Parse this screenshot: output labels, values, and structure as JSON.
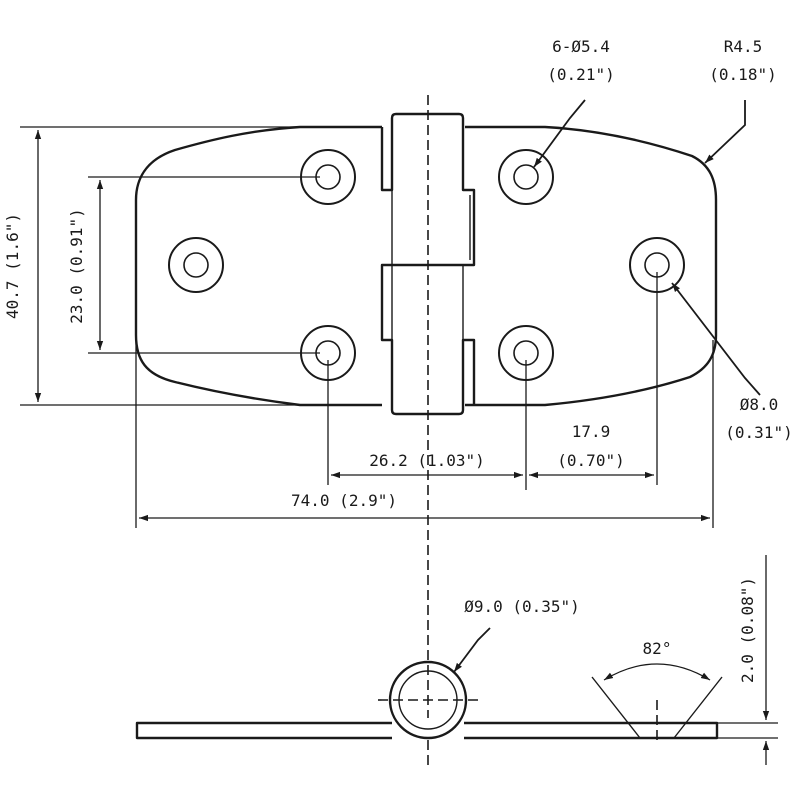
{
  "dimensions": {
    "holes": "6-Ø5.4",
    "holes_in": "(0.21\")",
    "radius": "R4.5",
    "radius_in": "(0.18\")",
    "height": "40.7 (1.6\")",
    "hole_spacing_v": "23.0 (0.91\")",
    "hole_dia": "Ø8.0",
    "hole_dia_in": "(0.31\")",
    "spacing_outer": "17.9",
    "spacing_outer_in": "(0.70\")",
    "spacing_inner": "26.2 (1.03\")",
    "overall_width": "74.0 (2.9\")",
    "knuckle_dia": "Ø9.0 (0.35\")",
    "angle": "82°",
    "thickness": "2.0 (0.08\")"
  }
}
